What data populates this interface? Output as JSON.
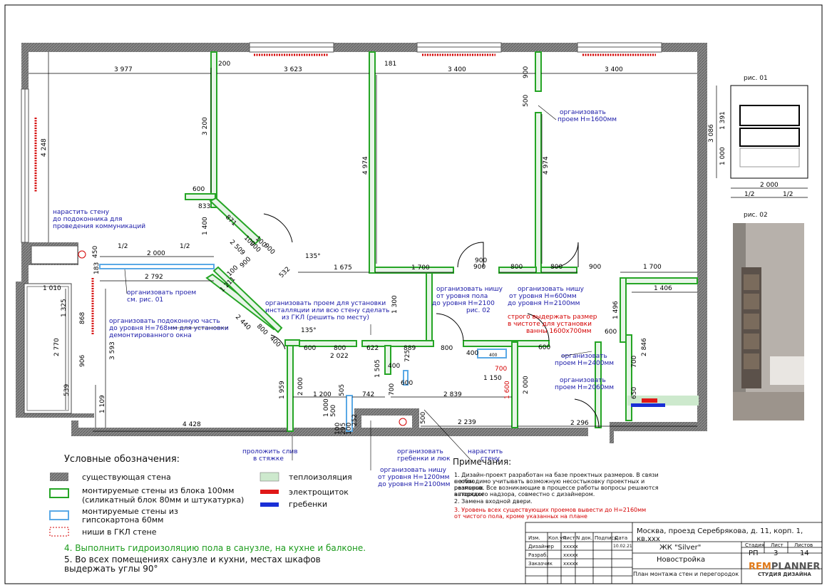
{
  "dimensions": {
    "d3977": "3 977",
    "d3623": "3 623",
    "d3400a": "3 400",
    "d3400b": "3 400",
    "d200": "200",
    "d181": "181",
    "d900v": "900",
    "d500": "500",
    "d3200": "3 200",
    "d4974a": "4 974",
    "d4974b": "4 974",
    "d4248": "4 248",
    "d600a": "600",
    "d833": "833",
    "d1400": "1 400",
    "d871": "871",
    "d2509": "2 509",
    "d100a": "100",
    "d900b": "900",
    "d100b": "100",
    "d900c": "900",
    "d532": "532",
    "ang135a": "135°",
    "d1675": "1 675",
    "d1700a": "1 700",
    "d900d": "900",
    "d800a": "800",
    "d900e": "900",
    "d800b": "800",
    "d900f": "900",
    "d1700b": "1 700",
    "d1406": "1 406",
    "d1_2a": "1/2",
    "d1_2b": "1/2",
    "d2000a": "2 000",
    "d2792": "2 792",
    "d450": "450",
    "d183": "183",
    "d1211": "1 211",
    "d100c": "100",
    "d900g": "900",
    "d1300": "1 300",
    "d2440": "2 440",
    "d800c": "800",
    "d400a": "400",
    "ang135b": "135°",
    "d1010": "1 010",
    "d1325": "1 325",
    "d868": "868",
    "d2770": "2 770",
    "d3593": "3 593",
    "d906": "906",
    "d539": "539",
    "d1109": "1 109",
    "d600b": "600",
    "d800d": "800",
    "d622": "622",
    "d889": "889",
    "d800e": "800",
    "d2022": "2 022",
    "d400b": "400",
    "d725": "725",
    "d600c": "600",
    "d1505": "1 505",
    "d1959": "1 959",
    "d2000b": "2 000",
    "d1200": "1 200",
    "d505": "505",
    "d742": "742",
    "d700a": "700",
    "d2839": "2 839",
    "d1000a": "1 000",
    "d500b": "500",
    "d100d": "100",
    "d295": "295",
    "d100e": "100",
    "d252": "252",
    "d4428": "4 428",
    "d2239": "2 239",
    "d2296": "2 296",
    "d500c": "500",
    "d1150": "1 150",
    "d2000c": "2 000",
    "d700b": "700",
    "d400c": "400",
    "d400d": "400",
    "d1600": "1 600",
    "d600d": "600",
    "d1496": "1 496",
    "d2846": "2 846",
    "d600e": "600",
    "d700c": "700",
    "d650": "650",
    "f3086": "3 086",
    "f1391": "1 391",
    "f1000": "1 000",
    "f2000": "2 000",
    "f1_2a": "1/2",
    "f1_2b": "1/2"
  },
  "annotations": {
    "a1": [
      "организовать",
      "проем Н=1600мм"
    ],
    "a2": [
      "нарастить стену",
      "до подоконника для",
      "проведения коммуникаций"
    ],
    "a3": [
      "организовать проем",
      "см. рис. 01"
    ],
    "a4": [
      "организовать подоконную часть",
      "до уровня Н=768мм для установки",
      "демонтированного окна"
    ],
    "a5": [
      "организовать проем для установки",
      "инсталляции или всю стену сделать",
      "из ГКЛ (решить по месту)"
    ],
    "a6": [
      "организовать нишу",
      "от уровня пола",
      "до уровня Н=2100",
      "рис. 02"
    ],
    "a7": [
      "организовать нишу",
      "от уровня Н=600мм",
      "до уровня Н=2100мм"
    ],
    "a8": [
      "строго выдержать размер",
      "в чистоте для установки",
      "ванны 1600х700мм"
    ],
    "a9": [
      "организовать",
      "проем Н=2400мм"
    ],
    "a10": [
      "организовать",
      "проем Н=2060мм"
    ],
    "a11": [
      "проложить слив",
      "в стяжке"
    ],
    "a12": [
      "организовать нишу",
      "от уровня Н=1200мм",
      "до уровня Н=2100мм"
    ],
    "a13": [
      "организовать",
      "гребенки и люк"
    ],
    "a14": [
      "нарастить",
      "стену"
    ]
  },
  "figures": {
    "fig1": "рис. 01",
    "fig2": "рис. 02"
  },
  "legend": {
    "title": "Условные обозначения:",
    "existing_wall": "существующая стена",
    "block_wall": "монтируемые стены из блока 100мм",
    "block_wall_sub": "(силикатный блок 80мм и штукатурка)",
    "gkl_wall": "монтируемые стены из",
    "gkl_wall_sub": "гипсокартона 60мм",
    "niche": "ниши в ГКЛ стене",
    "insulation": "теплоизоляция",
    "panel": "электрощиток",
    "manifold": "гребенки"
  },
  "notes": {
    "n4": "4. Выполнить гидроизоляцию пола в санузле, на кухне и балконе.",
    "n5": "5. Во всех помещениях санузле и кухни, местах шкафов выдержать углы 90°"
  },
  "primechaniya": {
    "title": "Примечания:",
    "p1a": "1. Дизайн-проект разработан на базе проектных размеров. В связи с этим",
    "p1b": "необходимо учитывать возможную несостыковку проектных и реальных",
    "p1c": "размеров. Все возникающие в процессе работы вопросы решаются в порядке",
    "p1d": "авторского надзора, совместно с дизайнером.",
    "p2": "2. Замена входной двери.",
    "p3a": "3. Уровень всех существующих проемов вывести до Н=2160мм",
    "p3b": "от чистого пола, кроме указанных на плане"
  },
  "title_block": {
    "address": "Москва, проезд Серебрякова, д. 11, корп. 1, кв.ххх",
    "h_izm": "Изм.",
    "h_koluch": "Кол.уч",
    "h_list": "Лист",
    "h_ndok": "N док.",
    "h_podpis": "Подпись",
    "h_data": "Дата",
    "r_designer": "Дизайнер",
    "r_razrab": "Разраб.",
    "r_zakazchik": "Заказчик",
    "v1": "ххххх",
    "v2": "ххххх",
    "v3": "ххххх",
    "date": "10.02.21",
    "project": "ЖК \"Silver\"",
    "subtitle": "Новостройка",
    "sheet_title": "План монтажа стен и перегородок",
    "h_stadia": "Стадия",
    "h_list2": "Лист",
    "h_listov": "Листов",
    "stadia": "РП",
    "list": "3",
    "listov": "14",
    "logo_a": "REM",
    "logo_b": "PLANNER",
    "logo_sub": "СТУДИЯ ДИЗАЙНА"
  },
  "colors": {
    "existing_wall": "#7a7a7a",
    "block_wall": "#25a525",
    "gkl_wall": "#5aa9e6",
    "insulation": "#cde9cd",
    "panel": "#e01818",
    "manifold": "#1a2fd6",
    "annotation_blue": "#1a1aa8",
    "annotation_red": "#d40000"
  }
}
